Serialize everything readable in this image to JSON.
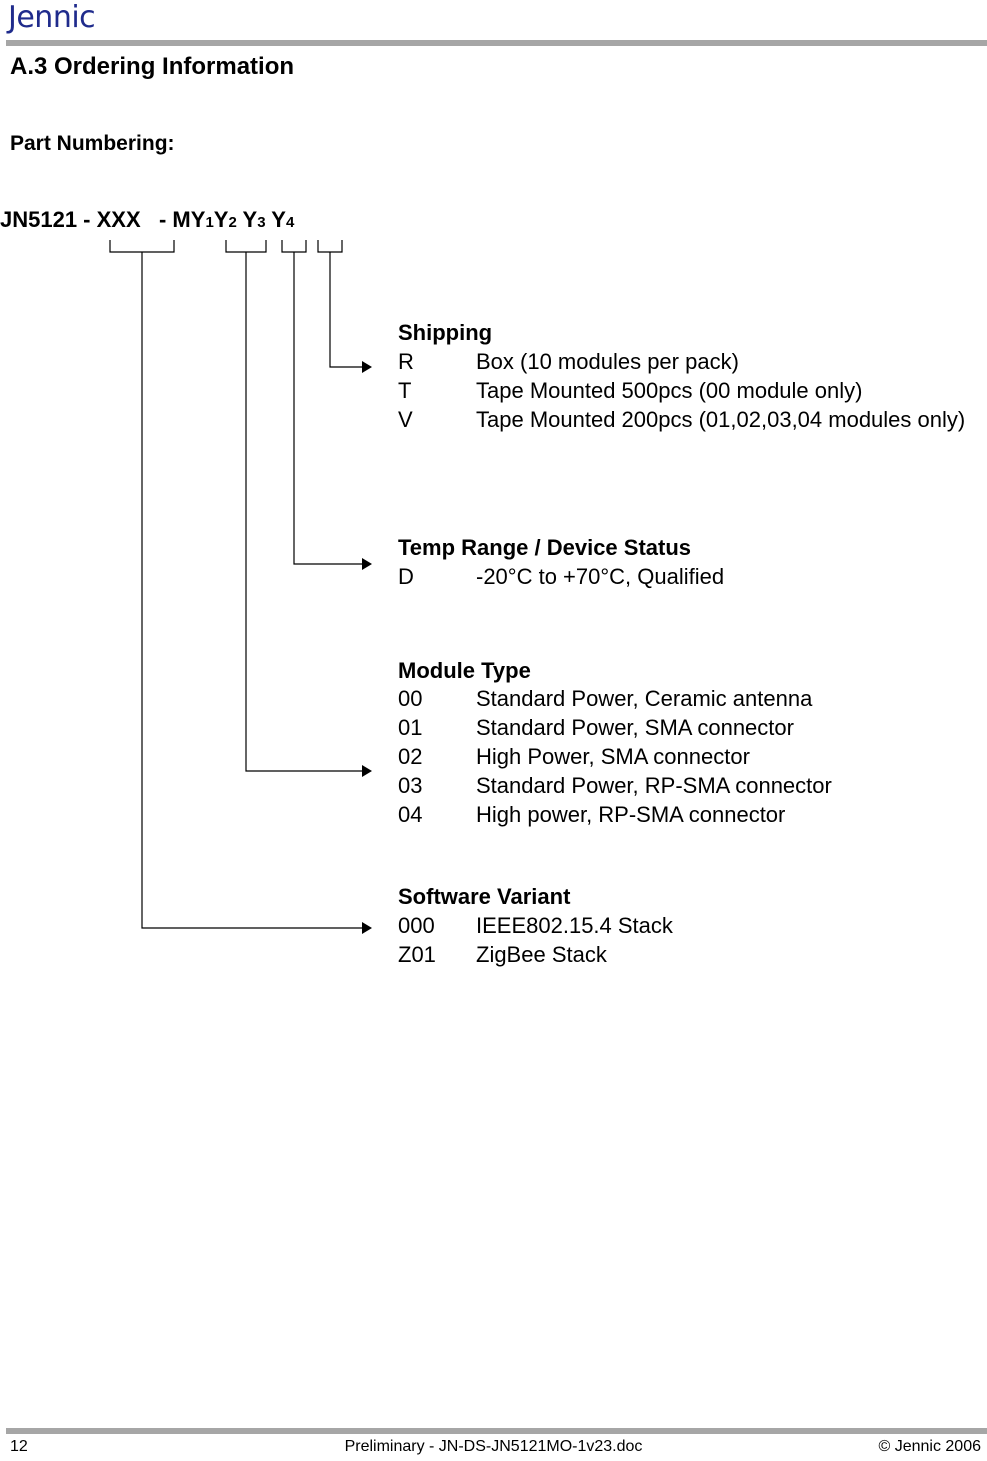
{
  "header": {
    "logo_text": "Jennic"
  },
  "section_title": "A.3 Ordering Information",
  "subtitle": "Part Numbering:",
  "part_number": {
    "prefix": "JN5121 - XXX",
    "sep": "- MY",
    "y1": "1",
    "y2_letter": "Y",
    "y2": "2",
    "y3_letter": "Y",
    "y3": "3",
    "y4_letter": "Y",
    "y4": "4"
  },
  "groups": [
    {
      "title": "Shipping",
      "rows": [
        {
          "code": "R",
          "desc": "Box (10 modules per pack)"
        },
        {
          "code": "T",
          "desc": "Tape Mounted 500pcs (00 module only)"
        },
        {
          "code": "V",
          "desc": "Tape Mounted 200pcs (01,02,03,04 modules only)"
        }
      ]
    },
    {
      "title": "Temp Range / Device Status",
      "rows": [
        {
          "code": "D",
          "desc": "-20°C to +70°C, Qualified"
        }
      ]
    },
    {
      "title": "Module Type",
      "rows": [
        {
          "code": "00",
          "desc": "Standard Power, Ceramic antenna"
        },
        {
          "code": "01",
          "desc": "Standard Power, SMA connector"
        },
        {
          "code": "02",
          "desc": "High Power, SMA connector"
        },
        {
          "code": "03",
          "desc": "Standard Power, RP-SMA connector"
        },
        {
          "code": "04",
          "desc": "High power, RP-SMA connector"
        }
      ]
    },
    {
      "title": "Software Variant",
      "rows": [
        {
          "code": "000",
          "desc": "IEEE802.15.4 Stack"
        },
        {
          "code": "Z01",
          "desc": "ZigBee Stack"
        }
      ]
    }
  ],
  "footer": {
    "page_number": "12",
    "doc_ref": "Preliminary - JN-DS-JN5121MO-1v23.doc",
    "copyright": "© Jennic 2006"
  },
  "colors": {
    "logo": "#1f2b8c",
    "rule": "#a6a6a6"
  }
}
